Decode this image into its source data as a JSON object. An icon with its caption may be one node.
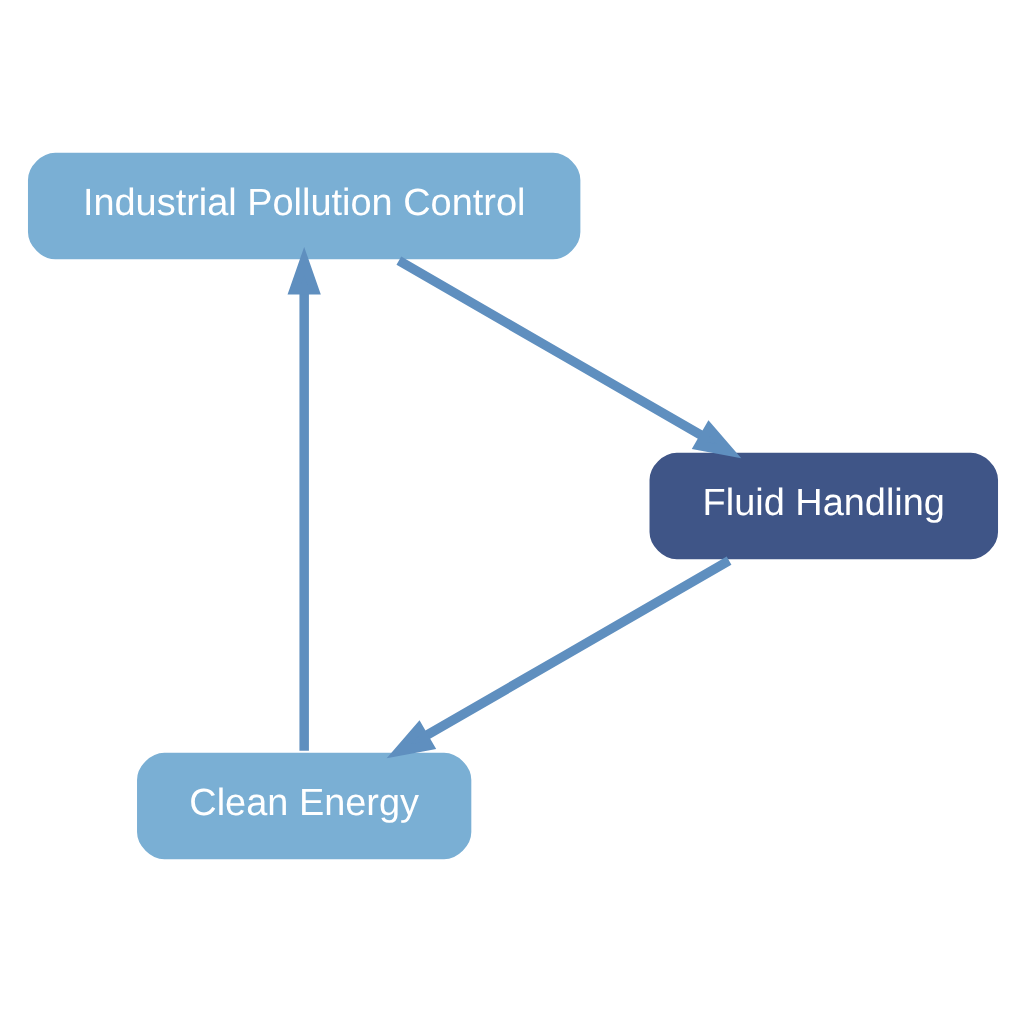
{
  "diagram": {
    "nodes": [
      {
        "text": [
          "Clean Energy"
        ]
      },
      {
        "text": [
          "Industrial Pollution Control"
        ]
      },
      {
        "text": [
          "Fluid Handling"
        ]
      }
    ],
    "edges": [
      {
        "from": 0,
        "to": 1,
        "arrow": "to"
      },
      {
        "from": 1,
        "to": 2,
        "arrow": "to"
      },
      {
        "from": 2,
        "to": 0,
        "arrow": "to"
      }
    ]
  }
}
